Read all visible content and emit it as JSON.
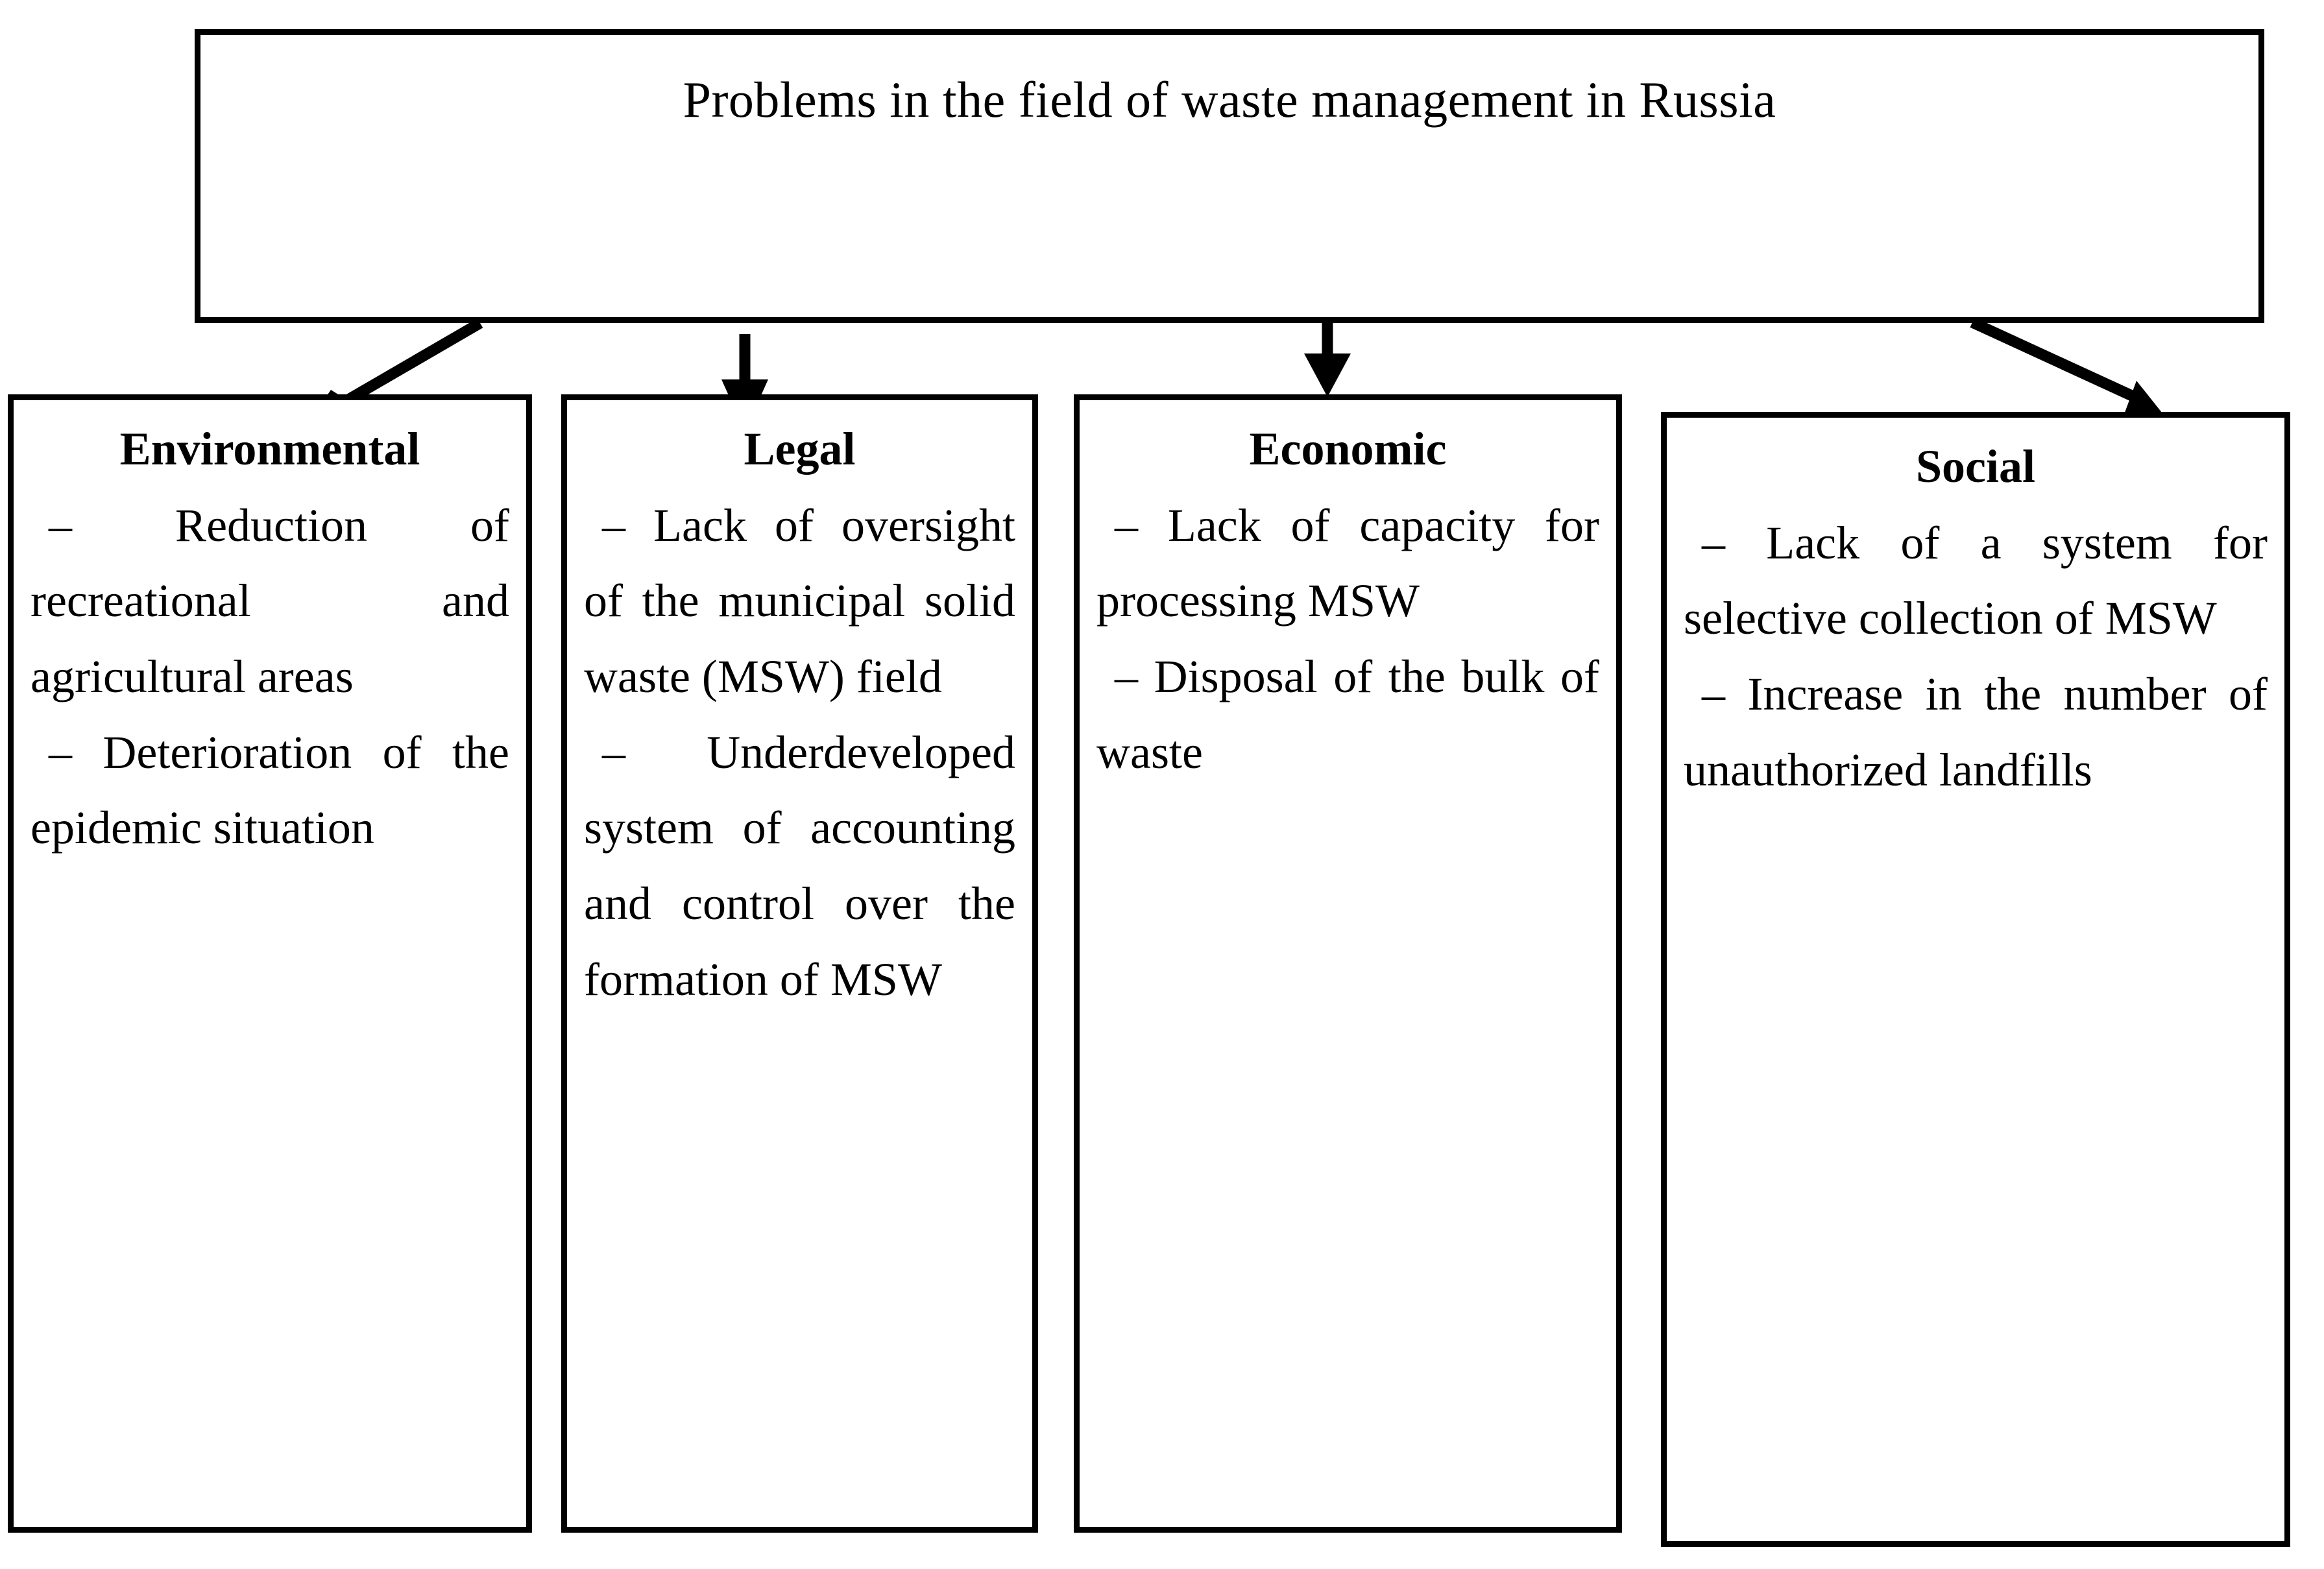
{
  "diagram": {
    "title": "Problems in the field of waste management in Russia",
    "categories": [
      {
        "id": "environmental",
        "heading": "Environmental",
        "items": [
          "–  Reduction of recreational and agricultural areas",
          "–  Deterioration of the epidemic situation"
        ],
        "body_text": "–  Reduction of recreational and agricultural areas –  Deterioration of the epidemic situation"
      },
      {
        "id": "legal",
        "heading": "Legal",
        "items": [
          "–  Lack of oversight of the municipal solid waste (MSW) field",
          "–  Underdeveloped system of accounting and control over the formation of MSW"
        ],
        "body_text": "–  Lack of oversight of the municipal solid waste (MSW) field –  Underdeveloped system of accounting and control over the formation of MSW"
      },
      {
        "id": "economic",
        "heading": "Economic",
        "items": [
          "–  Lack of capacity for processing MSW",
          "–  Disposal of the bulk of waste"
        ],
        "body_text": "–  Lack of capacity for processing MSW –  Disposal of the bulk of waste"
      },
      {
        "id": "social",
        "heading": "Social",
        "items": [
          "–  Lack of a system for selective collection of MSW",
          "–  Increase in the number of unauthorized landfills"
        ],
        "body_text": "–  Lack of a system for selective collection of MSW –  Increase in the number of unauthorized landfills"
      }
    ],
    "connectors": [
      {
        "id": "arrow-to-environmental",
        "shape": "diagonal-down-left"
      },
      {
        "id": "arrow-to-legal",
        "shape": "vertical-down"
      },
      {
        "id": "arrow-to-economic",
        "shape": "vertical-down"
      },
      {
        "id": "arrow-to-social",
        "shape": "diagonal-down-right"
      }
    ],
    "colors": {
      "stroke": "#000000",
      "background": "#ffffff",
      "text": "#000000"
    }
  }
}
